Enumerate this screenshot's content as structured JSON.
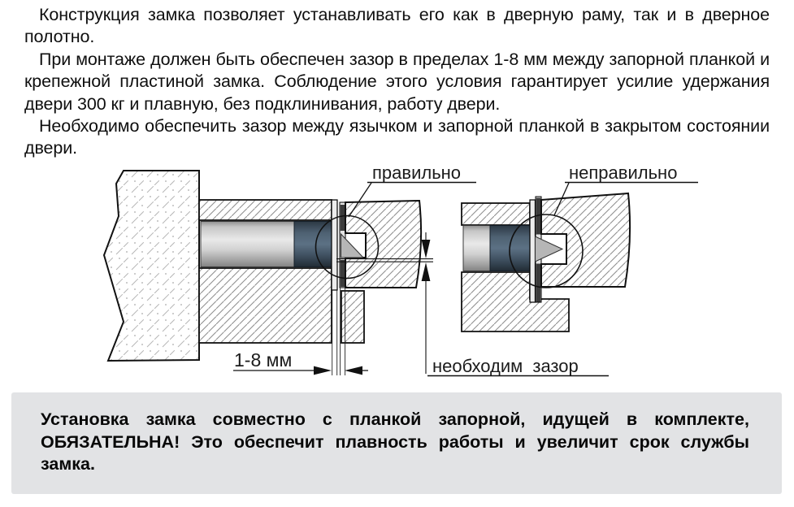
{
  "body_text": {
    "para1": "Конструкция замка позволяет устанавливать его как в дверную раму, так и в дверное полотно.",
    "para2": "При монтаже должен быть обеспечен зазор в пределах 1-8 мм между запорной планкой и крепежной пластиной замка. Соблюдение этого условия гарантирует усилие удержания двери 300 кг и плавную, без подклинивания, работу двери.",
    "para3": "Необходимо обеспечить зазор между язычком и запорной планкой в закрытом состоянии двери."
  },
  "diagram": {
    "labels": {
      "correct": "правильно",
      "incorrect": "неправильно",
      "gap_dimension": "1-8 мм",
      "required_gap": "необходим зазор"
    },
    "colors": {
      "outline": "#111111",
      "hatch_line": "#8d8d8d",
      "wall_hatch_line": "#b6b6b6",
      "bolt_light": "#e9e9e9",
      "bolt_dark": "#828282",
      "latch_dark": "#3f5060",
      "latch_tip": "#b6b6b6",
      "strike_plate_dark": "#3b3b3b"
    }
  },
  "note_box": {
    "text": "Установка замка совместно с планкой запорной, идущей в комплекте, ОБЯЗАТЕЛЬНА! Это обеспечит плавность работы и увеличит срок службы замка.",
    "background": "#e2e3e5"
  }
}
